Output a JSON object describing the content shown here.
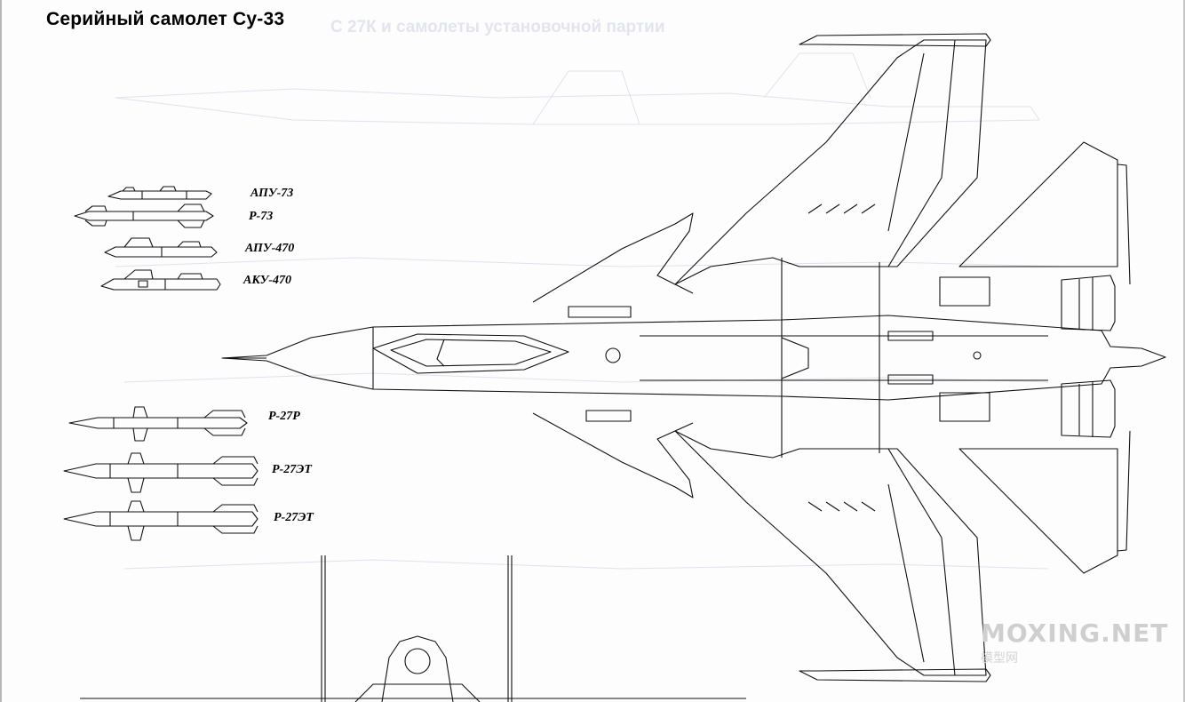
{
  "title": "Серийный самолет Су-33",
  "ghost_heading": "С   27К и самолеты установочной партии",
  "weapons": [
    {
      "id": "apu73",
      "label": "АПУ-73"
    },
    {
      "id": "r73",
      "label": "Р-73"
    },
    {
      "id": "apu470",
      "label": "АПУ-470"
    },
    {
      "id": "aku470",
      "label": "АКУ-470"
    },
    {
      "id": "r27r",
      "label": "Р-27Р"
    },
    {
      "id": "r27et1",
      "label": "Р-27ЭТ"
    },
    {
      "id": "r27et2",
      "label": "Р-27ЭТ"
    }
  ],
  "watermark": {
    "primary": "MOXING.NET",
    "secondary": "模型网"
  },
  "colors": {
    "line": "#111111",
    "ghost": "#dfe2ec",
    "paper": "#fdfdfd"
  }
}
